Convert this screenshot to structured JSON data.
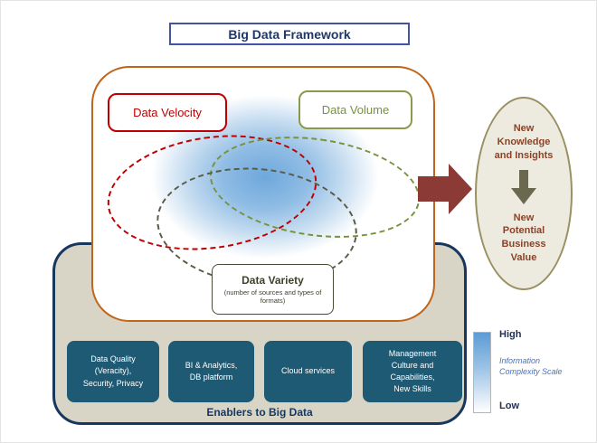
{
  "title": "Big Data Framework",
  "venn": {
    "velocity": "Data Velocity",
    "volume": "Data Volume",
    "variety": "Data Variety",
    "variety_sub": "(number of sources and types of formats)"
  },
  "enablers": {
    "label": "Enablers to Big Data",
    "items": [
      "Data Quality\n(Veracity),\nSecurity, Privacy",
      "BI & Analytics,\nDB platform",
      "Cloud services",
      "Management\nCulture and\nCapabilities,\nNew Skills"
    ]
  },
  "outcome": {
    "top": "New\nKnowledge\nand Insights",
    "bottom": "New\nPotential\nBusiness\nValue"
  },
  "scale": {
    "high": "High",
    "label": "Information\nComplexity Scale",
    "low": "Low"
  },
  "colors": {
    "title_text": "#1F3864",
    "title_border": "#4454a5",
    "panel_border": "#C0651C",
    "velocity_red": "#C00000",
    "volume_olive": "#76933C",
    "variety_dark": "#4A4A38",
    "cloud_blue": "#6FA8DC",
    "enabler_bg": "#d9d5c6",
    "enabler_border": "#17375E",
    "enabler_box_bg": "#1F5A74",
    "flow_arrow": "#8C3A36",
    "outcome_bg": "#EDEBE0",
    "outcome_border": "#9A9162",
    "outcome_text": "#8B4226",
    "down_arrow": "#6A684E",
    "scale_blue": "#5B9BD5",
    "scale_label_blue": "#4472C4"
  }
}
